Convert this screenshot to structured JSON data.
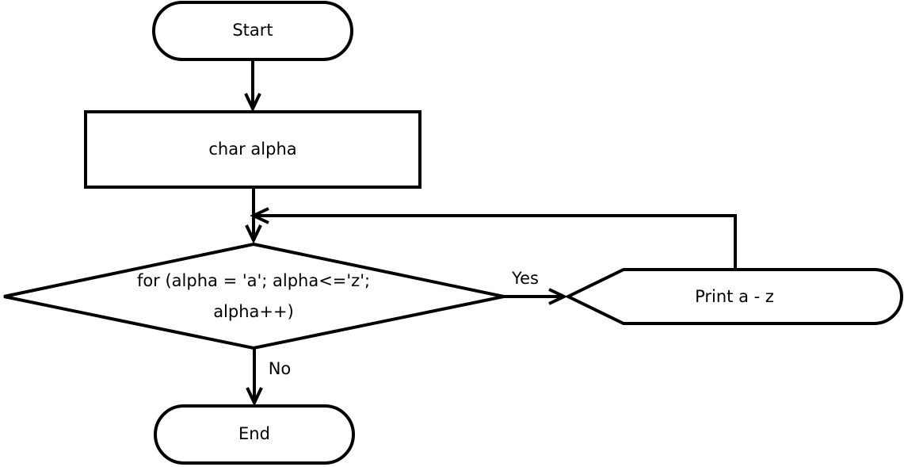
{
  "start": {
    "label": "Start"
  },
  "declare": {
    "label": "char alpha"
  },
  "decision": {
    "line1": "for (alpha = 'a'; alpha<='z';",
    "line2": "alpha++)"
  },
  "output": {
    "label": "Print a - z"
  },
  "branches": {
    "yes": "Yes",
    "no": "No"
  },
  "end": {
    "label": "End"
  }
}
